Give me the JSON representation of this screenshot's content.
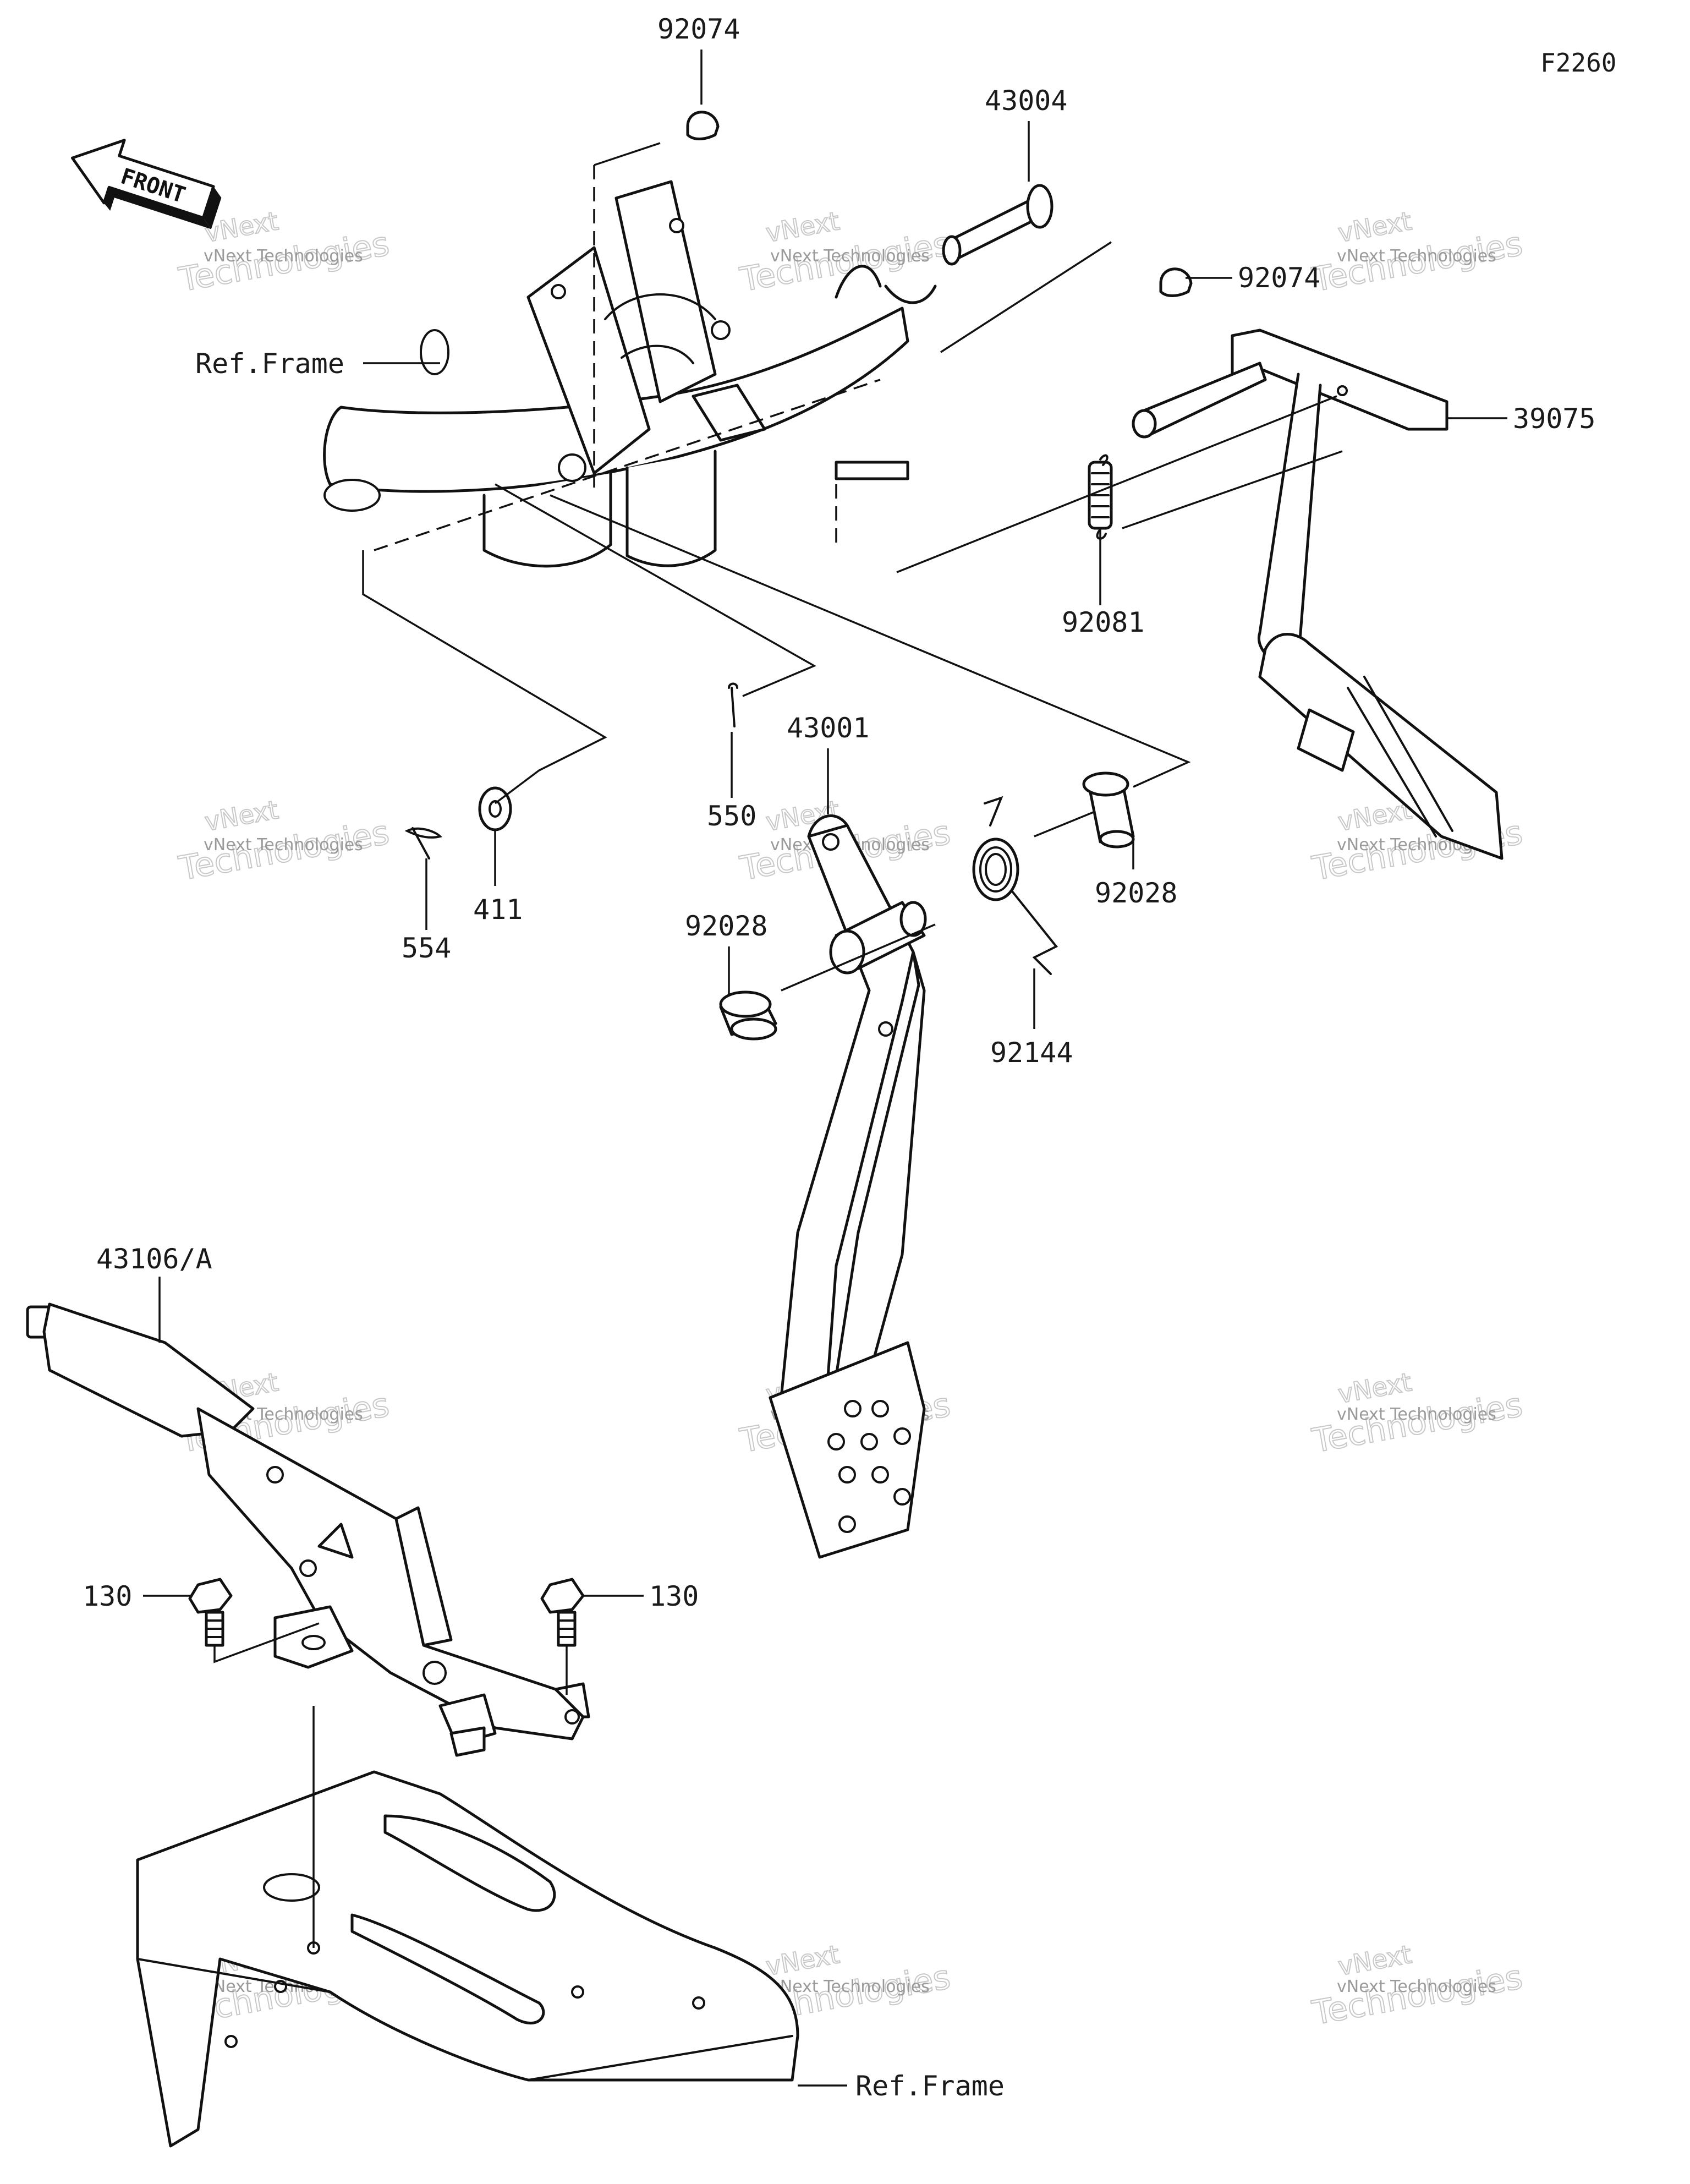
{
  "diagram_code": "F2260",
  "front_indicator": {
    "text": "FRONT",
    "icon": "front-arrow-icon"
  },
  "callouts": [
    {
      "id": "c-92074-top",
      "number": "92074"
    },
    {
      "id": "c-43004",
      "number": "43004"
    },
    {
      "id": "c-92074-right",
      "number": "92074"
    },
    {
      "id": "c-39075",
      "number": "39075"
    },
    {
      "id": "c-ref-frame-top",
      "number": "Ref.Frame"
    },
    {
      "id": "c-92081",
      "number": "92081"
    },
    {
      "id": "c-43001",
      "number": "43001"
    },
    {
      "id": "c-550",
      "number": "550"
    },
    {
      "id": "c-411",
      "number": "411"
    },
    {
      "id": "c-554",
      "number": "554"
    },
    {
      "id": "c-92028-right",
      "number": "92028"
    },
    {
      "id": "c-92028-left",
      "number": "92028"
    },
    {
      "id": "c-92144",
      "number": "92144"
    },
    {
      "id": "c-43106",
      "number": "43106/A"
    },
    {
      "id": "c-130-left",
      "number": "130"
    },
    {
      "id": "c-130-right",
      "number": "130"
    },
    {
      "id": "c-ref-frame-bottom",
      "number": "Ref.Frame"
    }
  ],
  "watermark": {
    "line1": "vNext Technologies",
    "line2": "Technologies",
    "line3": "vNext"
  }
}
